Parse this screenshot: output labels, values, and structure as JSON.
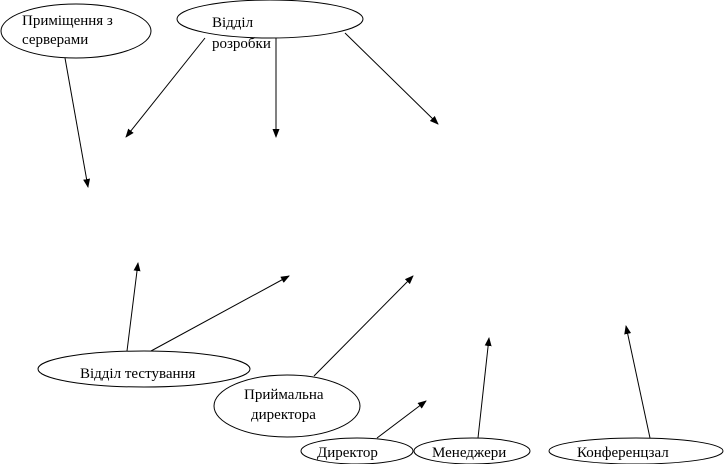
{
  "labels": {
    "servers_room": [
      "Приміщення з",
      "серверами"
    ],
    "dev_department": [
      "Відділ",
      "розробки"
    ],
    "testing_department": "Відділ тестування",
    "director_reception": [
      "Приймальна",
      "директора"
    ],
    "director": "Директор",
    "managers": "Менеджери",
    "conference_room": "Конференцзал"
  }
}
